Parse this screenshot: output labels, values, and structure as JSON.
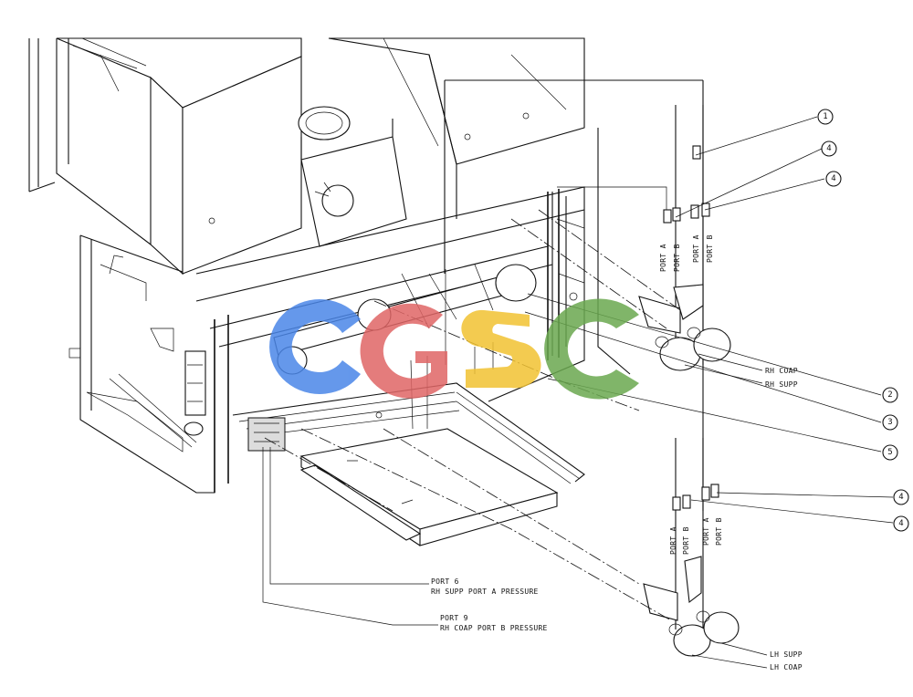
{
  "callouts": [
    {
      "id": "1",
      "label": "1"
    },
    {
      "id": "2",
      "label": "2"
    },
    {
      "id": "3",
      "label": "3"
    },
    {
      "id": "4a",
      "label": "4"
    },
    {
      "id": "4b",
      "label": "4"
    },
    {
      "id": "4c",
      "label": "4"
    },
    {
      "id": "4d",
      "label": "4"
    },
    {
      "id": "5",
      "label": "5"
    }
  ],
  "labels": {
    "rh_coap": "RH COAP",
    "rh_supp": "RH SUPP",
    "lh_supp": "LH SUPP",
    "lh_coap": "LH COAP",
    "port_a": "PORT A",
    "port_b": "PORT B",
    "port6_title": "PORT 6",
    "port6_desc": "RH SUPP PORT A PRESSURE",
    "port9_title": "PORT 9",
    "port9_desc": "RH COAP PORT B PRESSURE"
  },
  "watermark": {
    "text": "CGSC",
    "colors": {
      "c1": "#4a86e8",
      "g": "#e06666",
      "s": "#f1c232",
      "c2": "#6aa84f"
    }
  }
}
